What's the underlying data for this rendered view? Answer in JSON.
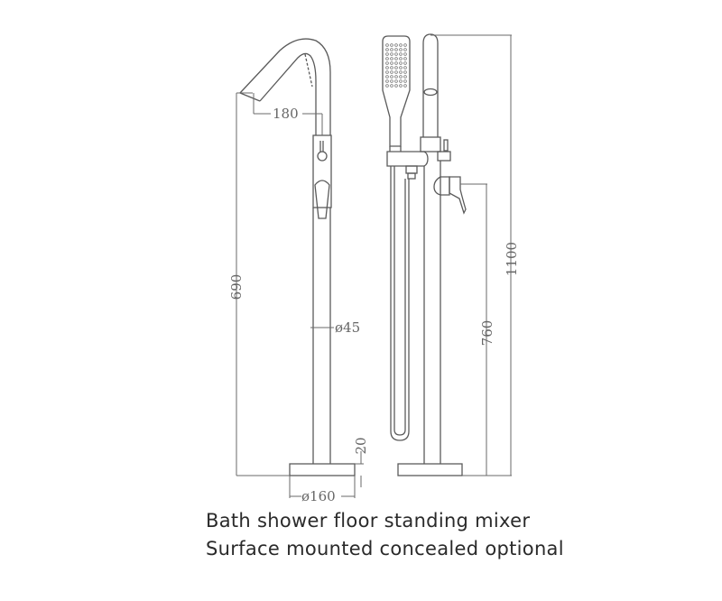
{
  "colors": {
    "line": "#5a5a5a",
    "dimension": "#6a6a6a",
    "caption": "#2a2a2a",
    "background": "#ffffff"
  },
  "left_view": {
    "dims": {
      "spout_reach": "180",
      "height": "690",
      "pipe_diameter": "ø45",
      "base_thickness": "20",
      "base_diameter": "ø160"
    }
  },
  "right_view": {
    "dims": {
      "total_height": "1100",
      "handle_height": "760"
    }
  },
  "caption": {
    "line1": "Bath shower floor standing mixer",
    "line2": "Surface mounted concealed optional"
  }
}
